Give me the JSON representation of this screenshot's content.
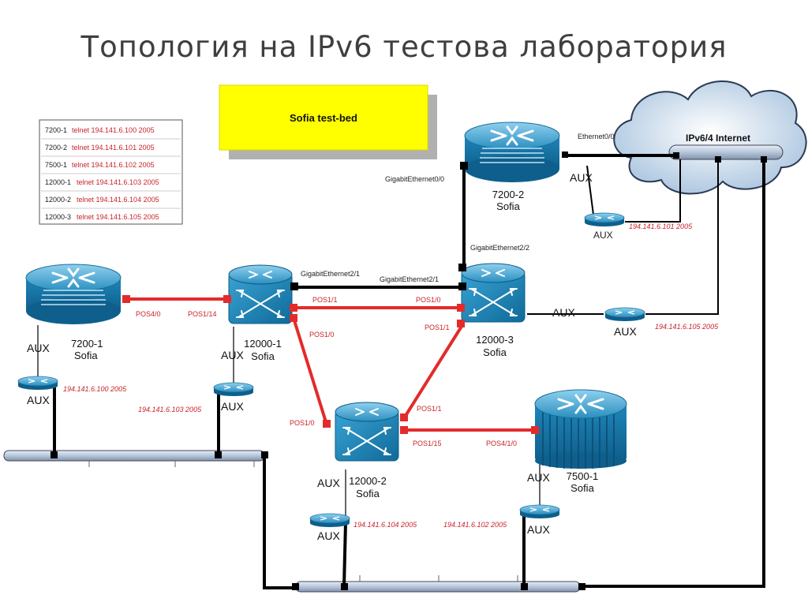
{
  "slide": {
    "title": "Топология на IPv6 тестова лаборатория"
  },
  "banner": {
    "title": "Sofia test-bed",
    "color": "#ffff00"
  },
  "cloud": {
    "label": "IPv6/4 Internet"
  },
  "telnet_table": [
    {
      "device": "7200-1",
      "cmd": "telnet 194.141.6.100 2005"
    },
    {
      "device": "7200-2",
      "cmd": "telnet 194.141.6.101 2005"
    },
    {
      "device": "7500-1",
      "cmd": "telnet 194.141.6.102 2005"
    },
    {
      "device": "12000-1",
      "cmd": "telnet 194.141.6.103 2005"
    },
    {
      "device": "12000-2",
      "cmd": "telnet 194.141.6.104 2005"
    },
    {
      "device": "12000-3",
      "cmd": "telnet 194.141.6.105 2005"
    }
  ],
  "devices": {
    "r7200_1": {
      "name": "7200-1",
      "site": "Sofia"
    },
    "r7200_2": {
      "name": "7200-2",
      "site": "Sofia"
    },
    "r12000_1": {
      "name": "12000-1",
      "site": "Sofia"
    },
    "r12000_2": {
      "name": "12000-2",
      "site": "Sofia"
    },
    "r12000_3": {
      "name": "12000-3",
      "site": "Sofia"
    },
    "r7500_1": {
      "name": "7500-1",
      "site": "Sofia"
    }
  },
  "ports": {
    "ge00": "GigabitEthernet0/0",
    "eth00": "Ethernet0/0",
    "ge21": "GigabitEthernet2/1",
    "ge21b": "GigabitEthernet2/1",
    "ge22": "GigabitEthernet2/2",
    "pos40": "POS4/0",
    "pos114": "POS1/14",
    "pos11_a": "POS1/1",
    "pos10_a": "POS1/0",
    "pos10_b": "POS1/0",
    "pos11_b": "POS1/1",
    "pos10_c": "POS1/0",
    "pos11_c": "POS1/1",
    "pos115": "POS1/15",
    "pos410": "POS4/1/0"
  },
  "aux": {
    "label": "AUX",
    "ip_100": "194.141.6.100 2005",
    "ip_101": "194.141.6.101 2005",
    "ip_102": "194.141.6.102 2005",
    "ip_103": "194.141.6.103 2005",
    "ip_104": "194.141.6.104 2005",
    "ip_105": "194.141.6.105 2005"
  },
  "colors": {
    "router_blue": "#1b7fb3",
    "pos_link": "#e32b2b",
    "ethernet_link": "#000000",
    "ip_text": "#c8242a"
  }
}
